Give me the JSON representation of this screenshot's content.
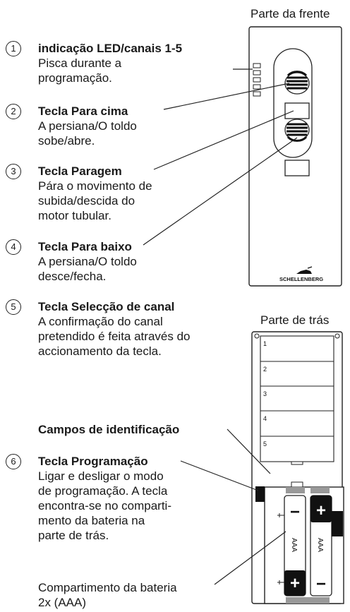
{
  "front_label": "Parte da frente",
  "back_label": "Parte de trás",
  "brand": "SCHELLENBERG",
  "items": [
    {
      "num": "1",
      "title": "indicação LED/canais 1-5",
      "lines": [
        "Pisca durante a",
        "programação."
      ]
    },
    {
      "num": "2",
      "title": "Tecla Para cima",
      "lines": [
        "A persiana/O toldo",
        "sobe/abre."
      ]
    },
    {
      "num": "3",
      "title": "Tecla Paragem",
      "lines": [
        "Pára o movimento de",
        "subida/descida do",
        "motor tubular."
      ]
    },
    {
      "num": "4",
      "title": "Tecla Para baixo",
      "lines": [
        "A persiana/O toldo",
        "desce/fecha."
      ]
    },
    {
      "num": "5",
      "title": "Tecla Selecção de canal",
      "lines": [
        "A confirmação do canal",
        "pretendido é feita através do",
        "accionamento da tecla."
      ]
    },
    {
      "num": "6",
      "title": "Tecla Programação",
      "lines": [
        "Ligar e desligar o modo",
        "de programação. A tecla",
        "encontra-se no comparti-",
        "mento da bateria na",
        "parte de trás."
      ]
    }
  ],
  "id_fields_label": "Campos de identificação",
  "id_fields": [
    "1",
    "2",
    "3",
    "4",
    "5"
  ],
  "battery_label": [
    "Compartimento da bateria",
    "2x (AAA)"
  ],
  "battery_type": "AAA",
  "plus": "+",
  "minus": "−"
}
